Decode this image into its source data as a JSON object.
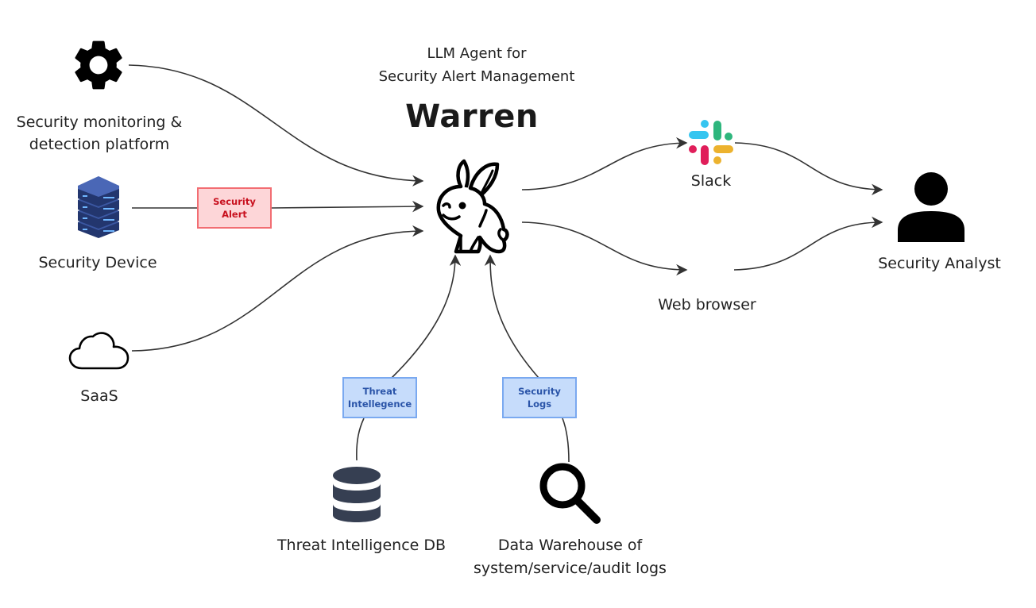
{
  "header": {
    "subtitle_line1": "LLM Agent for",
    "subtitle_line2": "Security Alert Management",
    "title": "Warren"
  },
  "nodes": {
    "platform": {
      "icon": "gear-icon",
      "line1": "Security monitoring &",
      "line2": "detection platform"
    },
    "device": {
      "icon": "server-stack-icon",
      "label": "Security Device"
    },
    "saas": {
      "icon": "cloud-icon",
      "label": "SaaS"
    },
    "agent": {
      "icon": "rabbit-icon",
      "label": "Warren"
    },
    "slack": {
      "icon": "slack-logo-icon",
      "label": "Slack"
    },
    "browser": {
      "label": "Web browser"
    },
    "analyst": {
      "icon": "person-icon",
      "label": "Security Analyst"
    },
    "threat_db": {
      "icon": "database-icon",
      "label": "Threat Intelligence DB"
    },
    "warehouse": {
      "icon": "magnifier-icon",
      "line1": "Data Warehouse of",
      "line2": "system/service/audit logs"
    }
  },
  "edge_labels": {
    "security_alert": {
      "line1": "Security",
      "line2": "Alert"
    },
    "threat_intel": {
      "line1": "Threat",
      "line2": "Intellegence"
    },
    "security_logs": {
      "line1": "Security",
      "line2": "Logs"
    }
  },
  "edges": [
    {
      "from": "platform",
      "to": "agent"
    },
    {
      "from": "device",
      "to": "agent",
      "label": "security_alert"
    },
    {
      "from": "saas",
      "to": "agent"
    },
    {
      "from": "threat_db",
      "to": "agent",
      "label": "threat_intel"
    },
    {
      "from": "warehouse",
      "to": "agent",
      "label": "security_logs"
    },
    {
      "from": "agent",
      "to": "slack"
    },
    {
      "from": "agent",
      "to": "browser"
    },
    {
      "from": "slack",
      "to": "analyst"
    },
    {
      "from": "browser",
      "to": "analyst"
    }
  ],
  "colors": {
    "alert_fill": "#fdd6d8",
    "alert_border": "#f26d72",
    "alert_text": "#c8101e",
    "info_fill": "#c6dcfb",
    "info_border": "#7aa9f0",
    "info_text": "#2a54a8",
    "wire": "#333333",
    "server_blue": "#2f4a8a",
    "db_slate": "#363f52",
    "slack_blue": "#36c5f0",
    "slack_green": "#2eb67d",
    "slack_red": "#e01e5a",
    "slack_yellow": "#ecb22e"
  }
}
